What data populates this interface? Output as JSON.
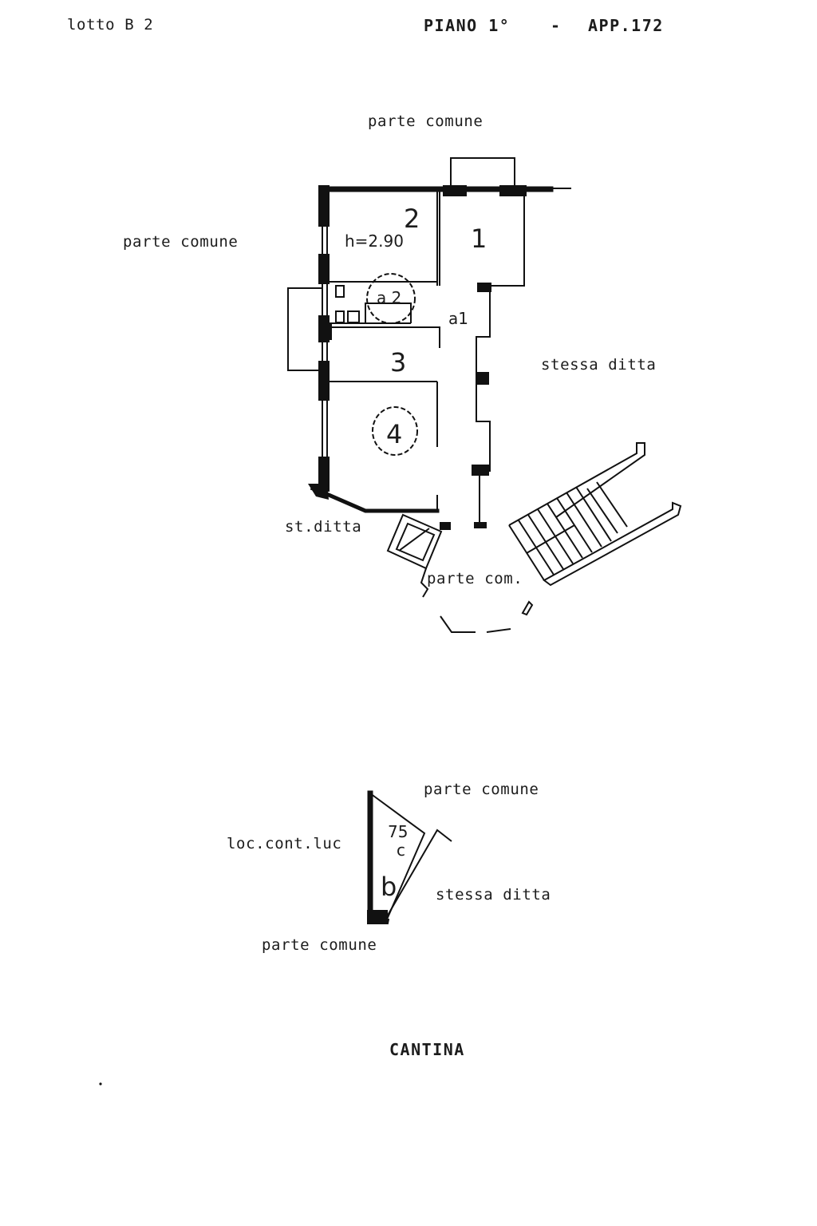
{
  "header": {
    "lot": "lotto B 2",
    "floor": "PIANO 1°",
    "separator": "-",
    "apartment": "APP.172"
  },
  "floor_plan": {
    "neighbours": {
      "top": "parte comune",
      "left": "parte comune",
      "right": "stessa ditta",
      "bottom_left": "st.ditta",
      "bottom": "parte com."
    },
    "rooms": [
      {
        "id": "1",
        "label": "1"
      },
      {
        "id": "2",
        "label": "2",
        "height": "h=2.90"
      },
      {
        "id": "a2",
        "label": "a 2"
      },
      {
        "id": "a1",
        "label": "a1"
      },
      {
        "id": "3",
        "label": "3"
      },
      {
        "id": "4",
        "label": "4"
      }
    ]
  },
  "cellar": {
    "title": "CANTINA",
    "number": "75",
    "sub": "c",
    "room": "b",
    "neighbours": {
      "top": "parte comune",
      "left": "loc.cont.luc",
      "right": "stessa ditta",
      "bottom": "parte comune"
    }
  }
}
